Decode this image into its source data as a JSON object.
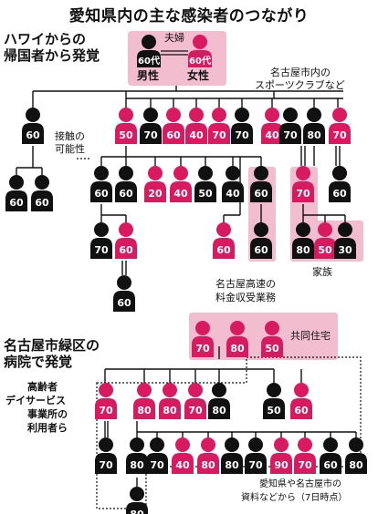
{
  "title": "愛知県内の主な感染者のつながり",
  "colors": {
    "female": "#d81b60",
    "male": "#111111",
    "highlight": "#f3bdd0"
  },
  "hawaii": {
    "heading_line1": "ハワイからの",
    "heading_line2": "帰国者から発覚",
    "couple_label": "夫婦",
    "male_age": "60代",
    "female_age": "60代",
    "male_label": "男性",
    "female_label": "女性"
  },
  "sports_club_line1": "名古屋市内の",
  "sports_club_line2": "スポーツクラブなど",
  "contact_line1": "接触の",
  "contact_line2": "可能性",
  "toll_line1": "名古屋高速の",
  "toll_line2": "料金収受業務",
  "family_label": "家族",
  "midori": {
    "heading_line1": "名古屋市緑区の",
    "heading_line2": "病院で発覚",
    "shared_housing": "共同住宅"
  },
  "dayservice_line1": "高齢者",
  "dayservice_line2": "デイサービス",
  "dayservice_line3": "事業所の",
  "dayservice_line4": "利用者ら",
  "source_line1": "愛知県や名古屋市の",
  "source_line2": "資料などから（7日時点）",
  "people": {
    "club_row": [
      {
        "age": "50",
        "sex": "f"
      },
      {
        "age": "70",
        "sex": "m"
      },
      {
        "age": "60",
        "sex": "f"
      },
      {
        "age": "40",
        "sex": "f"
      },
      {
        "age": "70",
        "sex": "f"
      },
      {
        "age": "70",
        "sex": "m"
      },
      {
        "age": "40",
        "sex": "f"
      },
      {
        "age": "70",
        "sex": "m"
      },
      {
        "age": "80",
        "sex": "m"
      },
      {
        "age": "70",
        "sex": "f"
      }
    ],
    "hawaii_child": {
      "age": "60",
      "sex": "m"
    },
    "hawaii_grand": [
      {
        "age": "60",
        "sex": "m"
      },
      {
        "age": "60",
        "sex": "m"
      }
    ],
    "row3": [
      {
        "age": "60",
        "sex": "m"
      },
      {
        "age": "60",
        "sex": "m"
      },
      {
        "age": "20",
        "sex": "f"
      },
      {
        "age": "40",
        "sex": "f"
      },
      {
        "age": "50",
        "sex": "m"
      },
      {
        "age": "40",
        "sex": "m"
      },
      {
        "age": "60",
        "sex": "m"
      },
      {
        "age": "70",
        "sex": "f"
      },
      {
        "age": "70",
        "sex": "f"
      },
      {
        "age": "60",
        "sex": "m"
      }
    ],
    "row4": [
      {
        "age": "70",
        "sex": "m"
      },
      {
        "age": "60",
        "sex": "f"
      },
      {
        "age": "60",
        "sex": "f"
      },
      {
        "age": "60",
        "sex": "m"
      },
      {
        "age": "80",
        "sex": "m"
      },
      {
        "age": "50",
        "sex": "f"
      },
      {
        "age": "30",
        "sex": "m"
      }
    ],
    "row5": [
      {
        "age": "60",
        "sex": "m"
      }
    ],
    "midori_top": [
      {
        "age": "70",
        "sex": "f"
      },
      {
        "age": "80",
        "sex": "f"
      },
      {
        "age": "50",
        "sex": "f"
      }
    ],
    "midori_row2": [
      {
        "age": "70",
        "sex": "f"
      },
      {
        "age": "80",
        "sex": "f"
      },
      {
        "age": "80",
        "sex": "f"
      },
      {
        "age": "70",
        "sex": "f"
      },
      {
        "age": "80",
        "sex": "m"
      },
      {
        "age": "50",
        "sex": "m"
      },
      {
        "age": "60",
        "sex": "f"
      }
    ],
    "midori_row3": [
      {
        "age": "70",
        "sex": "m"
      },
      {
        "age": "80",
        "sex": "m"
      },
      {
        "age": "70",
        "sex": "m"
      },
      {
        "age": "40",
        "sex": "f"
      },
      {
        "age": "80",
        "sex": "f"
      },
      {
        "age": "80",
        "sex": "m"
      },
      {
        "age": "70",
        "sex": "m"
      },
      {
        "age": "90",
        "sex": "f"
      },
      {
        "age": "70",
        "sex": "f"
      },
      {
        "age": "60",
        "sex": "m"
      },
      {
        "age": "80",
        "sex": "m"
      }
    ],
    "midori_row4": [
      {
        "age": "80",
        "sex": "m"
      }
    ]
  }
}
